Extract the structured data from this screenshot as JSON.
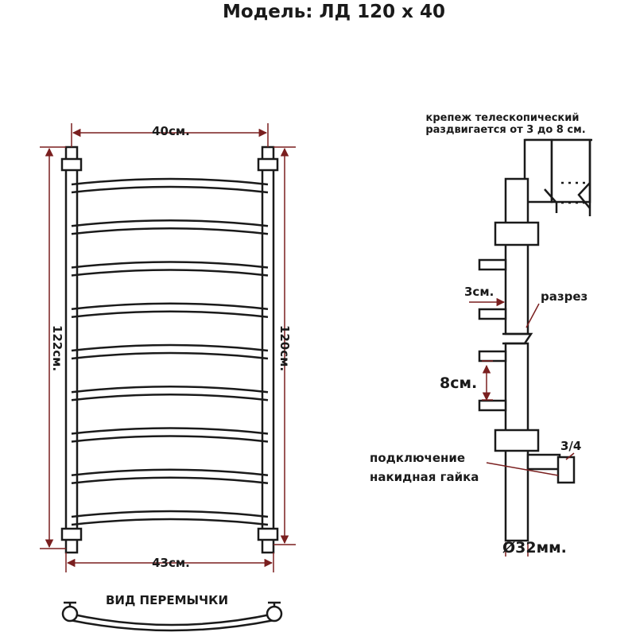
{
  "title": "Модель: ЛД 120 x 40",
  "front_view": {
    "top_width": "40см.",
    "bottom_width": "43см.",
    "left_height": "122см.",
    "right_height": "120см.",
    "rung_count": 9
  },
  "bridge_view": {
    "caption": "ВИД ПЕРЕМЫЧКИ"
  },
  "side_view": {
    "mount_note_line1": "крепеж телескопический",
    "mount_note_line2": "раздвигается от 3 до 8 см.",
    "gap_3": "3см.",
    "gap_8": "8см.",
    "section_label": "разрез",
    "thread_label": "3/4",
    "connection_line1": "подключение",
    "connection_line2": "накидная гайка",
    "diameter": "Ø32мм."
  },
  "colors": {
    "line": "#1a1a1a",
    "dimension": "#7a1f1f"
  }
}
